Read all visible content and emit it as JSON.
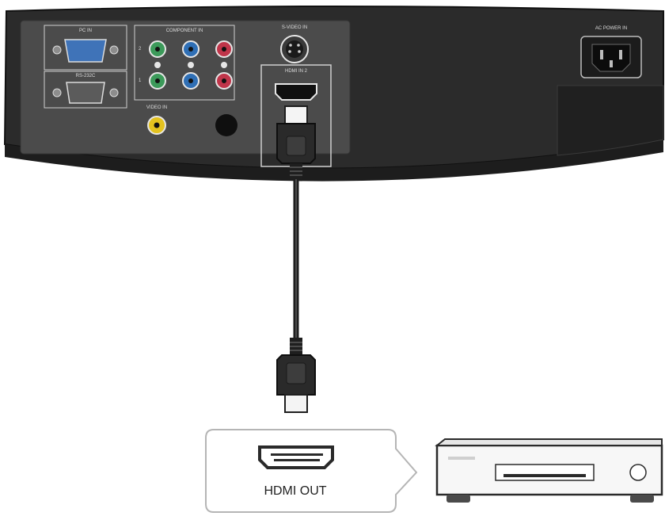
{
  "projector": {
    "pc_in": "PC IN",
    "rs232c": "RS-232C",
    "component_in": "COMPONENT IN",
    "component_row_1": "1",
    "component_row_2": "2",
    "s_video_in": "S-VIDEO IN",
    "hdmi_in": "HDMI IN 2",
    "video_in": "VIDEO IN",
    "power_label": "AC POWER IN"
  },
  "source": {
    "port_label": "HDMI OUT"
  },
  "colors": {
    "body": "#2b2b2b",
    "panel": "#4b4b4b",
    "vga_blue": "#3f73b8",
    "component_green": "#3c9a5a",
    "component_blue": "#2f6fb5",
    "component_red": "#c0354a",
    "video_yellow": "#e3c21f",
    "cable": "#1e1e1e"
  }
}
